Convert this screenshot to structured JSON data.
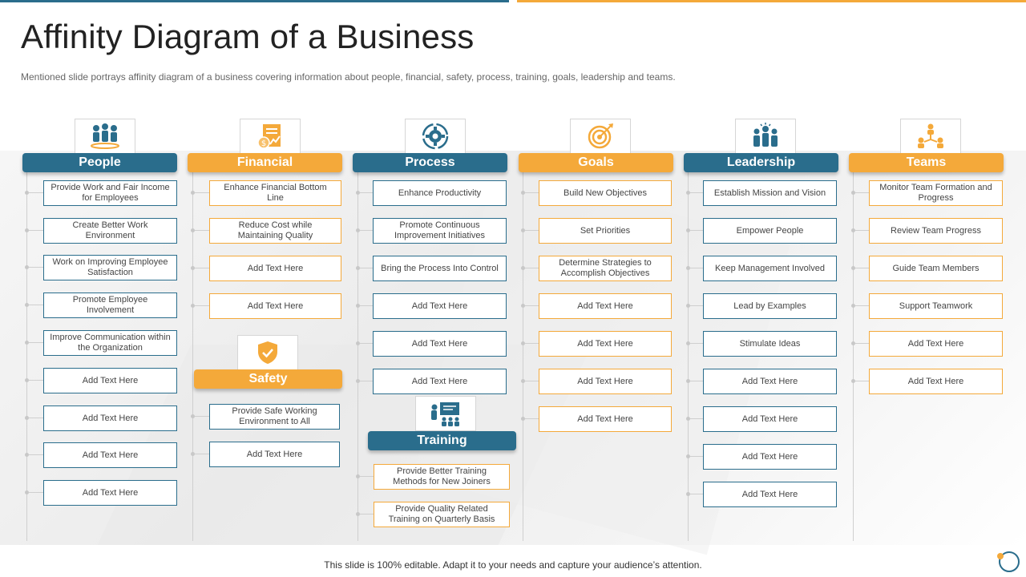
{
  "title": "Affinity Diagram of a Business",
  "subtitle": "Mentioned slide portrays affinity diagram of a business covering information about people, financial, safety, process, training, goals, leadership and teams.",
  "footer": "This slide is 100% editable. Adapt it to your needs and capture your audience’s attention.",
  "colors": {
    "blue": "#2a6d8c",
    "orange": "#f4a93a"
  },
  "groups": {
    "people": {
      "label": "People",
      "icon": "people-group-icon",
      "items": [
        "Provide Work and Fair Income for Employees",
        "Create Better Work Environment",
        "Work on Improving Employee Satisfaction",
        "Promote Employee Involvement",
        "Improve Communication within the Organization",
        "Add Text Here",
        "Add Text Here",
        "Add Text Here",
        "Add Text Here"
      ]
    },
    "financial": {
      "label": "Financial",
      "icon": "financial-report-icon",
      "items": [
        "Enhance Financial Bottom Line",
        "Reduce Cost while Maintaining Quality",
        "Add Text Here",
        "Add Text Here"
      ]
    },
    "safety": {
      "label": "Safety",
      "icon": "shield-check-icon",
      "items": [
        "Provide Safe Working Environment to All",
        "Add Text Here"
      ]
    },
    "process": {
      "label": "Process",
      "icon": "gear-cycle-icon",
      "items": [
        "Enhance Productivity",
        "Promote Continuous Improvement Initiatives",
        "Bring the Process Into Control",
        "Add Text Here",
        "Add Text Here",
        "Add Text Here"
      ]
    },
    "training": {
      "label": "Training",
      "icon": "presentation-icon",
      "items": [
        "Provide Better Training Methods for New Joiners",
        "Provide Quality Related Training on Quarterly Basis"
      ]
    },
    "goals": {
      "label": "Goals",
      "icon": "target-icon",
      "items": [
        "Build New Objectives",
        "Set Priorities",
        "Determine Strategies to Accomplish Objectives",
        "Add Text Here",
        "Add Text Here",
        "Add Text Here",
        "Add Text Here"
      ]
    },
    "leadership": {
      "label": "Leadership",
      "icon": "leader-team-icon",
      "items": [
        "Establish Mission and Vision",
        "Empower People",
        "Keep Management Involved",
        "Lead by Examples",
        "Stimulate Ideas",
        "Add Text Here",
        "Add Text Here",
        "Add Text Here",
        "Add Text Here"
      ]
    },
    "teams": {
      "label": "Teams",
      "icon": "team-network-icon",
      "items": [
        "Monitor Team Formation and Progress",
        "Review Team Progress",
        "Guide Team Members",
        "Support Teamwork",
        "Add Text Here",
        "Add Text Here"
      ]
    }
  }
}
